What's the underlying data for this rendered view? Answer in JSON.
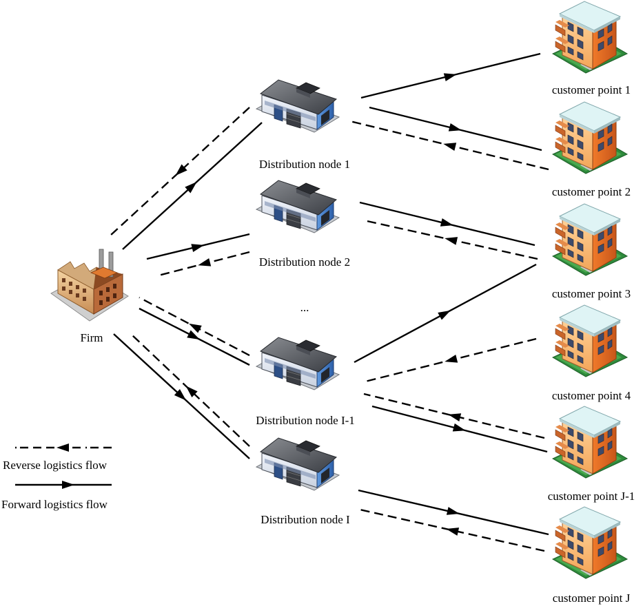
{
  "firm": {
    "label": "Firm"
  },
  "distribution_nodes": [
    {
      "id": "d1",
      "label": "Distribution node 1"
    },
    {
      "id": "d2",
      "label": "Distribution node 2"
    },
    {
      "id": "dI1",
      "label": "Distribution node I-1"
    },
    {
      "id": "dI",
      "label": "Distribution node  I"
    }
  ],
  "ellipsis": "...",
  "customer_points": [
    {
      "id": "c1",
      "label": "customer point 1"
    },
    {
      "id": "c2",
      "label": "customer point 2"
    },
    {
      "id": "c3",
      "label": "customer point 3"
    },
    {
      "id": "c4",
      "label": "customer point 4"
    },
    {
      "id": "cJ1",
      "label": "customer point J-1"
    },
    {
      "id": "cJ",
      "label": "customer point J"
    }
  ],
  "legend": {
    "reverse": "Reverse logistics flow",
    "forward": "Forward logistics flow"
  }
}
